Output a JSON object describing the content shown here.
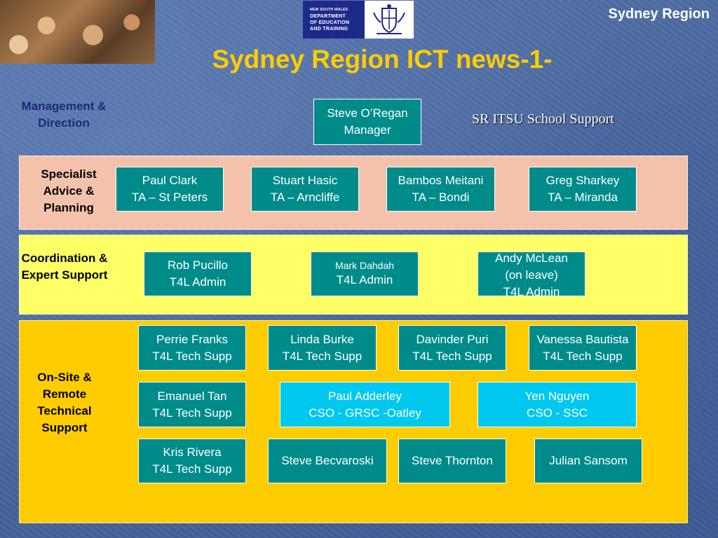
{
  "header": {
    "region_label": "Sydney Region",
    "title": "Sydney Region ICT news-1-",
    "logo_text": [
      "NEW SOUTH WALES",
      "DEPARTMENT",
      "OF EDUCATION",
      "AND TRAINING"
    ]
  },
  "itsu_label": "SR ITSU School Support",
  "manager": {
    "name": "Steve O’Regan",
    "role": "Manager"
  },
  "sections": {
    "management": "Management & Direction",
    "specialist": "Specialist Advice & Planning",
    "coordination": "Coordination & Expert Support",
    "onsite": "On-Site & Remote Technical Support"
  },
  "specialist_staff": [
    {
      "name": "Paul Clark",
      "role": "TA – St Peters"
    },
    {
      "name": "Stuart Hasic",
      "role": "TA – Arncliffe"
    },
    {
      "name": "Bambos Meitani",
      "role": "TA – Bondi"
    },
    {
      "name": "Greg Sharkey",
      "role": "TA – Miranda"
    }
  ],
  "coordination_staff": [
    {
      "name": "Rob Pucillo",
      "role": "T4L Admin"
    },
    {
      "name": "Mark Dahdah",
      "role": "T4L Admin"
    },
    {
      "name": "Andy McLean",
      "note": "(on leave)",
      "role": "T4L Admin"
    }
  ],
  "onsite_staff": [
    {
      "name": "Perrie Franks",
      "role": "T4L Tech Supp"
    },
    {
      "name": "Linda Burke",
      "role": "T4L Tech Supp"
    },
    {
      "name": "Davinder Puri",
      "role": "T4L Tech Supp"
    },
    {
      "name": "Vanessa Bautista",
      "role": "T4L Tech Supp"
    },
    {
      "name": "Emanuel Tan",
      "role": "T4L Tech Supp"
    },
    {
      "name": "Paul Adderley",
      "role": "CSO - GRSC -Oatley"
    },
    {
      "name": "Yen Nguyen",
      "role": "CSO - SSC"
    },
    {
      "name": "Kris Rivera",
      "role": "T4L Tech Supp"
    },
    {
      "name": "Steve Becvaroski"
    },
    {
      "name": "Steve Thornton"
    },
    {
      "name": "Julian Sansom"
    }
  ],
  "colors": {
    "title": "#ffcc00",
    "box_teal": "#008b8b",
    "box_cyan": "#00c8ee",
    "band_specialist": "#f4c2ab",
    "band_coordination": "#ffff66",
    "band_onsite": "#ffcc00"
  }
}
